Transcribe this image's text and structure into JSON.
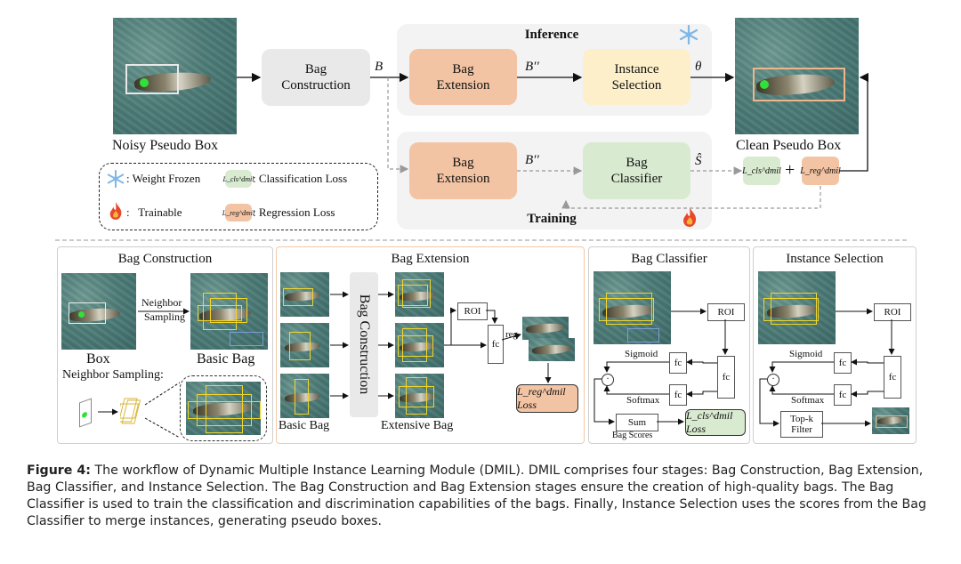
{
  "top": {
    "noisy_label": "Noisy Pseudo Box",
    "clean_label": "Clean Pseudo Box",
    "bag_construction": "Bag Construction",
    "inference_title": "Inference",
    "training_title": "Training",
    "bag_extension": "Bag Extension",
    "instance_selection": "Instance Selection",
    "bag_classifier": "Bag Classifier",
    "sym_B": "B",
    "sym_B2": "B′′",
    "sym_B2b": "B′′",
    "sym_theta": "θ",
    "sym_S": "Ŝ",
    "plus": "+",
    "loss_cls": "L_cls^dmil",
    "loss_reg": "L_reg^dmil"
  },
  "legend": {
    "frozen": ": Weight Frozen",
    "cls_loss": ": Classification Loss",
    "trainable": ":   Trainable",
    "reg_loss": ": Regression Loss"
  },
  "bottom": {
    "bc_title": "Bag Construction",
    "bc_neighbor": "Neighbor",
    "bc_sampling": "Sampling",
    "bc_box": "Box",
    "bc_basic_bag": "Basic Bag",
    "bc_ns": "Neighbor Sampling:",
    "be_title": "Bag Extension",
    "be_vertical": "Bag Construction",
    "be_roi": "ROI",
    "be_fc": "fc",
    "be_reg": "reg",
    "be_basic_bag": "Basic Bag",
    "be_extensive_bag": "Extensive Bag",
    "be_loss": "L_reg^dmil Loss",
    "cl_title": "Bag Classifier",
    "cl_roi": "ROI",
    "cl_fc": "fc",
    "cl_sigmoid": "Sigmoid",
    "cl_softmax": "Softmax",
    "cl_sum": "Sum",
    "cl_bag_scores": "Bag Scores",
    "cl_loss": "L_cls^dmil Loss",
    "is_title": "Instance Selection",
    "is_roi": "ROI",
    "is_fc": "fc",
    "is_sigmoid": "Sigmoid",
    "is_softmax": "Softmax",
    "is_topk": "Top-k",
    "is_filter": "Filter"
  },
  "caption": {
    "label": "Figure 4:",
    "text": " The workflow of Dynamic Multiple Instance Learning Module (DMIL). DMIL comprises four stages: Bag Construction, Bag Extension, Bag Classifier, and Instance Selection. The Bag Construction and Bag Extension stages ensure the creation of high-quality bags. The Bag Classifier is used to train the classification and discrimination capabilities of the bags. Finally, Instance Selection uses the scores from the Bag Classifier to merge instances, generating pseudo boxes."
  },
  "colors": {
    "orange": "#f3c4a4",
    "yellow": "#fdefc9",
    "green": "#d8ead0",
    "gray": "#e9e9e9",
    "frozen_blue": "#7fb8e6",
    "fire_red": "#e8482a"
  }
}
